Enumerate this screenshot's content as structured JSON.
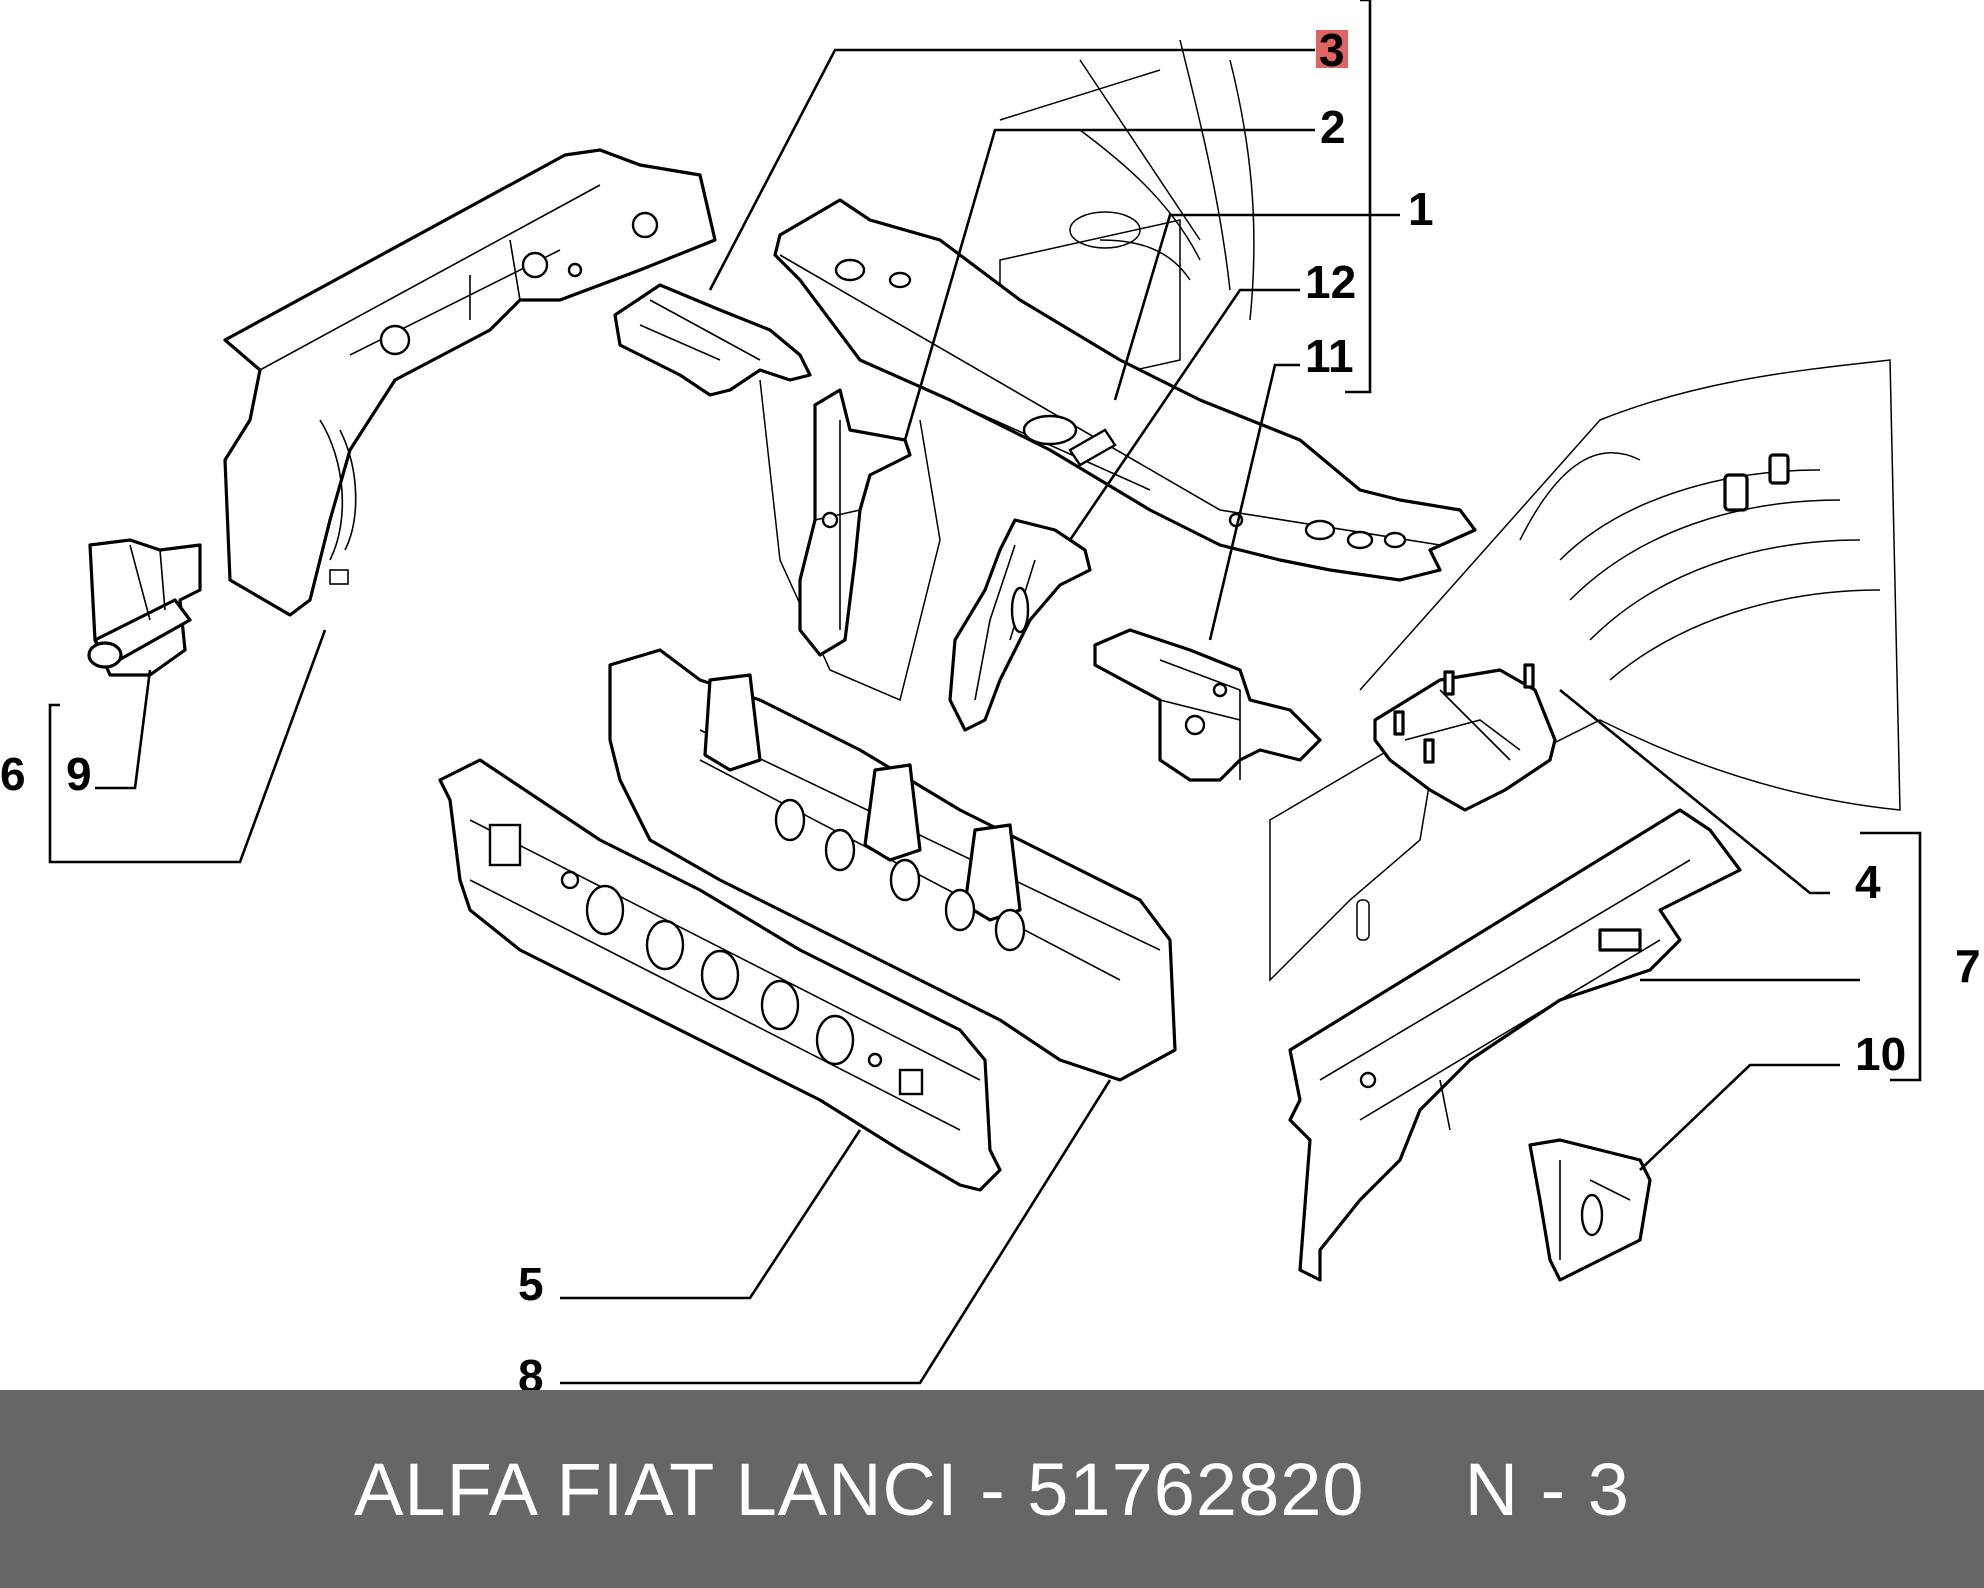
{
  "callouts": [
    {
      "id": "c3",
      "text": "3",
      "highlight": true
    },
    {
      "id": "c2",
      "text": "2"
    },
    {
      "id": "c1",
      "text": "1"
    },
    {
      "id": "c12",
      "text": "12"
    },
    {
      "id": "c11",
      "text": "11"
    },
    {
      "id": "c6",
      "text": "6"
    },
    {
      "id": "c9",
      "text": "9"
    },
    {
      "id": "c4",
      "text": "4"
    },
    {
      "id": "c7",
      "text": "7"
    },
    {
      "id": "c10",
      "text": "10"
    },
    {
      "id": "c5",
      "text": "5"
    },
    {
      "id": "c8",
      "text": "8"
    }
  ],
  "highlight_color": "#e06464",
  "footer": {
    "brand_part": "ALFA FIAT LANCI - 51762820",
    "ref": "N - 3"
  }
}
